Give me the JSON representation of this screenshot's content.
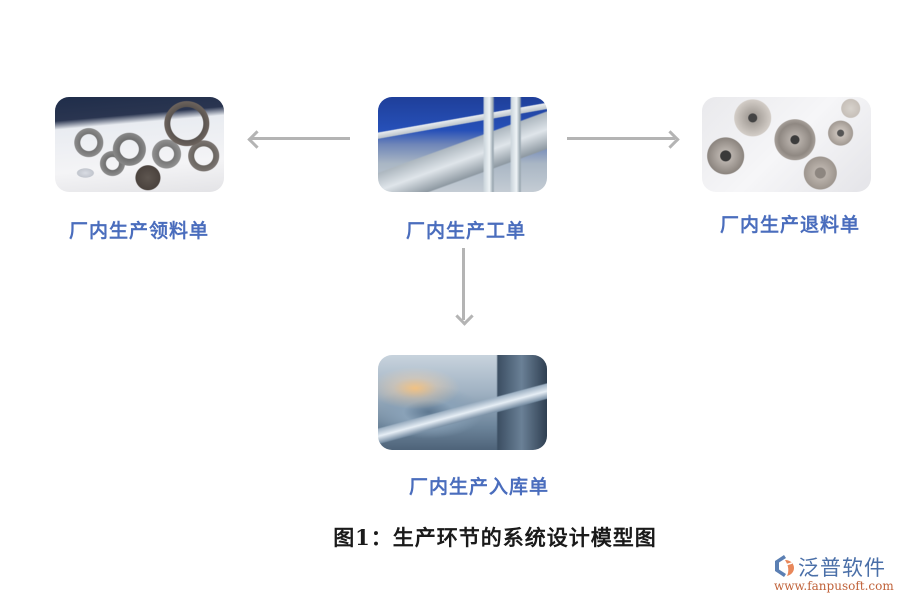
{
  "diagram": {
    "nodes": [
      {
        "id": "material-requisition",
        "label": "厂内生产领料单",
        "image": "gears-and-rings-photo"
      },
      {
        "id": "work-order",
        "label": "厂内生产工单",
        "image": "automated-machine-photo"
      },
      {
        "id": "material-return",
        "label": "厂内生产退料单",
        "image": "metal-parts-photo"
      },
      {
        "id": "warehouse-receipt",
        "label": "厂内生产入库单",
        "image": "lathe-turning-photo"
      }
    ],
    "edges": [
      {
        "from": "work-order",
        "to": "material-requisition",
        "direction": "left"
      },
      {
        "from": "work-order",
        "to": "material-return",
        "direction": "right"
      },
      {
        "from": "work-order",
        "to": "warehouse-receipt",
        "direction": "down"
      }
    ],
    "caption": "图1：生产环节的系统设计模型图",
    "colors": {
      "node_label": "#4a6dbd",
      "arrow": "#b4b4b4",
      "caption": "#1a1a1a"
    }
  },
  "watermark": {
    "brand": "泛普软件",
    "url": "www.fanpusoft.com",
    "icon": "fanpu-logo-icon",
    "colors": {
      "brand": "#4a6fa8",
      "url": "#c0623a",
      "accent": "#e8875a"
    }
  }
}
